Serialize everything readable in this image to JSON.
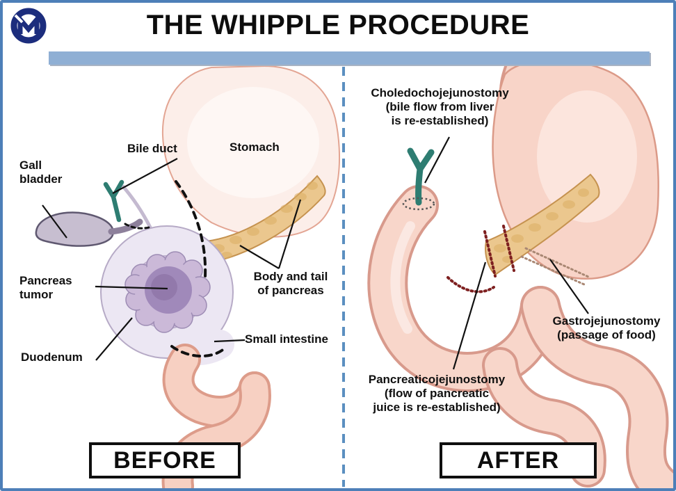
{
  "header": {
    "title": "THE WHIPPLE PROCEDURE",
    "logo_icon": "m-circle-logo"
  },
  "before_panel": {
    "caption": "BEFORE",
    "labels": {
      "gall_bladder": "Gall\nbladder",
      "bile_duct": "Bile duct",
      "stomach": "Stomach",
      "pancreas_tumor": "Pancreas\ntumor",
      "body_tail_pancreas": "Body and tail\nof pancreas",
      "duodenum": "Duodenum",
      "small_intestine": "Small intestine"
    }
  },
  "after_panel": {
    "caption": "AFTER",
    "labels": {
      "choledochojejunostomy": "Choledochojejunostomy\n(bile flow from liver\nis re-established)",
      "gastrojejunostomy": "Gastrojejunostomy\n(passage of food)",
      "pancreaticojejunostomy": "Pancreaticojejunostomy\n(flow of pancreatic\njuice is re-established)"
    }
  },
  "colors": {
    "frame_border": "#4d7fb8",
    "accent_bar": "#8fafd4",
    "divider_dash": "#5b8fc0",
    "logo_navy": "#1c2d7d",
    "organ_pink": "#f8d4c8",
    "organ_pink_outline": "#d89a8c",
    "stomach_pale": "#fceee9",
    "pancreas_tan": "#ebc78e",
    "pancreas_tan_outline": "#c5924f",
    "duodenum_lavender": "#ece7f3",
    "duodenum_outline": "#b6aac6",
    "tumor_purple": "#a089ba",
    "tumor_ring": "#cbb9d8",
    "gall_bladder_grey": "#c7bed0",
    "bile_duct_teal": "#2e7d72",
    "suture_red": "#7e2020",
    "cut_line_black": "#111111"
  }
}
